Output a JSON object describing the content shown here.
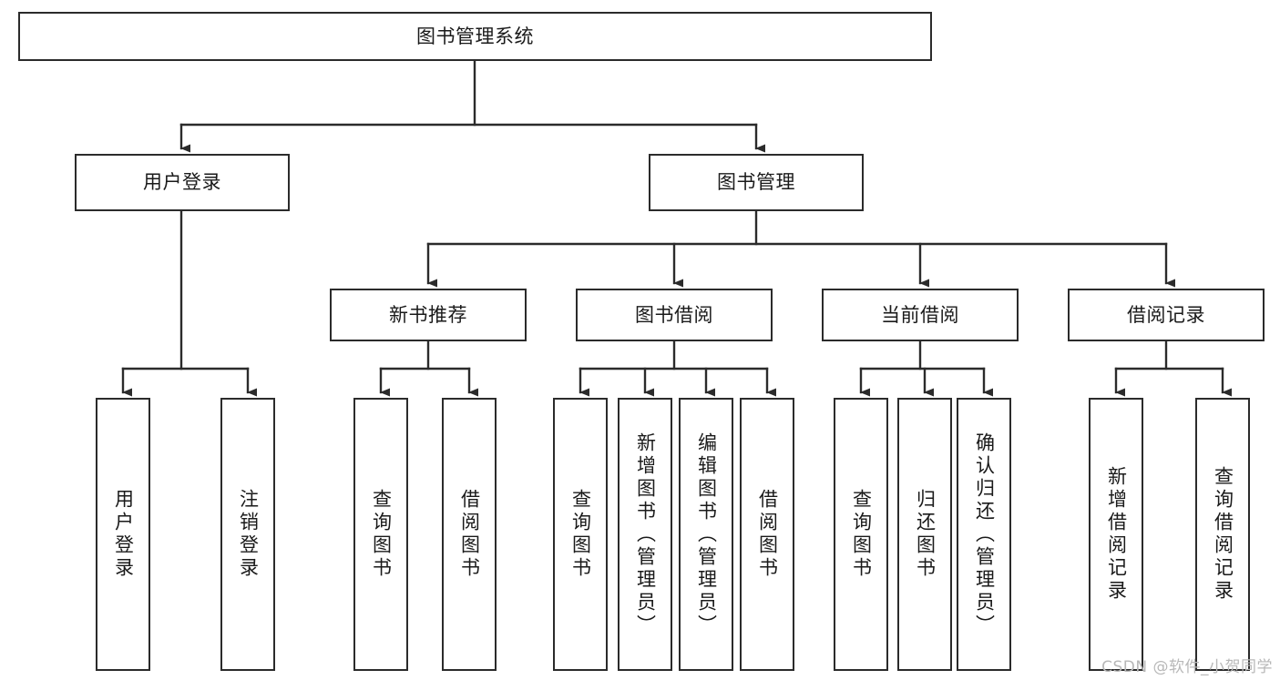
{
  "diagram": {
    "type": "tree",
    "title": "图书管理系统",
    "orientation": "top-down",
    "stroke_color": "#2b2b2b",
    "background_color": "#ffffff",
    "text_color": "#1a1a1a"
  },
  "nodes": {
    "root": {
      "label": "图书管理系统",
      "level": 1
    },
    "l2": [
      {
        "label": "用户登录",
        "level": 2
      },
      {
        "label": "图书管理",
        "level": 2
      }
    ],
    "l3": [
      {
        "label": "新书推荐",
        "level": 3
      },
      {
        "label": "图书借阅",
        "level": 3
      },
      {
        "label": "当前借阅",
        "level": 3
      },
      {
        "label": "借阅记录",
        "level": 3
      }
    ],
    "leaves_user_login": [
      {
        "label": "用户登录",
        "level": 3
      },
      {
        "label": "注销登录",
        "level": 3
      }
    ],
    "leaves_new_book": [
      {
        "label": "查询图书",
        "level": 4
      },
      {
        "label": "借阅图书",
        "level": 4
      }
    ],
    "leaves_borrow": [
      {
        "label": "查询图书",
        "level": 4
      },
      {
        "label": "新增图书（管理员）",
        "level": 4
      },
      {
        "label": "编辑图书（管理员）",
        "level": 4
      },
      {
        "label": "借阅图书",
        "level": 4
      }
    ],
    "leaves_current": [
      {
        "label": "查询图书",
        "level": 4
      },
      {
        "label": "归还图书",
        "level": 4
      },
      {
        "label": "确认归还（管理员）",
        "level": 4
      }
    ],
    "leaves_record": [
      {
        "label": "新增借阅记录",
        "level": 4
      },
      {
        "label": "查询借阅记录",
        "level": 4
      }
    ]
  },
  "watermark": {
    "text": "CSDN @软件_小贺同学"
  }
}
